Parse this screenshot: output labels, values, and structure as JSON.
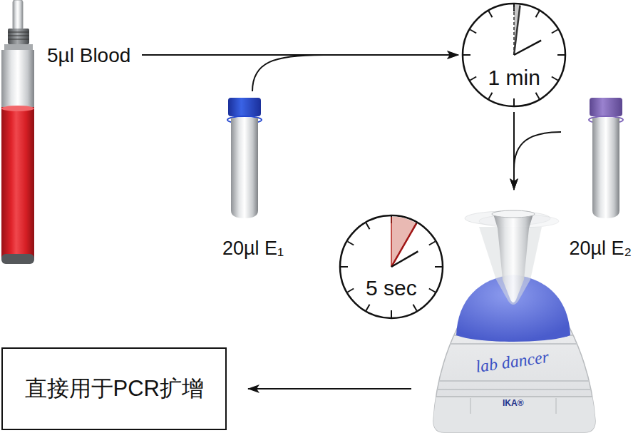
{
  "diagram": {
    "nodes": [
      {
        "text": [
          "5µl Blood"
        ]
      },
      {
        "text": [
          "20µl E₁"
        ]
      },
      {
        "text": [
          "1 min"
        ]
      },
      {
        "text": [
          "20µl E₂"
        ]
      },
      {
        "text": [
          "5 sec"
        ]
      },
      {
        "text": [
          "lab dancer",
          "IKA®"
        ]
      },
      {
        "text": [
          "直接用于PCR扩增"
        ]
      }
    ],
    "edges": [
      {
        "from": 0,
        "to": 2,
        "arrow": "to"
      },
      {
        "from": 1,
        "to": 2,
        "arrow": "to"
      },
      {
        "from": 2,
        "to": 5,
        "arrow": "to"
      },
      {
        "from": 3,
        "to": 5,
        "arrow": "to"
      },
      {
        "from": 5,
        "to": 6,
        "arrow": "to"
      }
    ]
  }
}
